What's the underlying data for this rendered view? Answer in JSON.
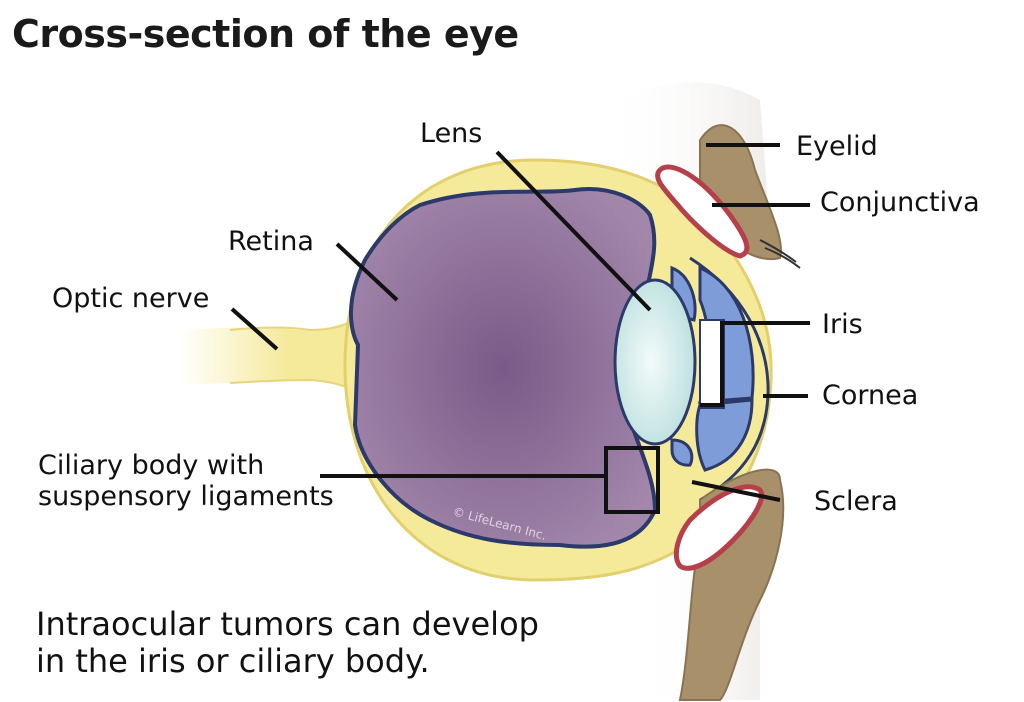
{
  "title": "Cross-section of the eye",
  "labels": {
    "lens": "Lens",
    "eyelid": "Eyelid",
    "conjunctiva": "Conjunctiva",
    "retina": "Retina",
    "optic_nerve": "Optic nerve",
    "iris": "Iris",
    "cornea": "Cornea",
    "ciliary_line1": "Ciliary body with",
    "ciliary_line2": "suspensory ligaments",
    "sclera": "Sclera"
  },
  "watermark": "© LifeLearn Inc.",
  "caption": {
    "line1": "Intraocular tumors can develop",
    "line2": "in the iris or ciliary body."
  },
  "colors": {
    "sclera": "#f5e99a",
    "vitreous": "#8c6a96",
    "lens": "#d8efee",
    "iris": "#7e9dd8",
    "eyelid": "#a8906a",
    "conjunctiva": "#b6404a",
    "outline": "#2b3a6a"
  }
}
